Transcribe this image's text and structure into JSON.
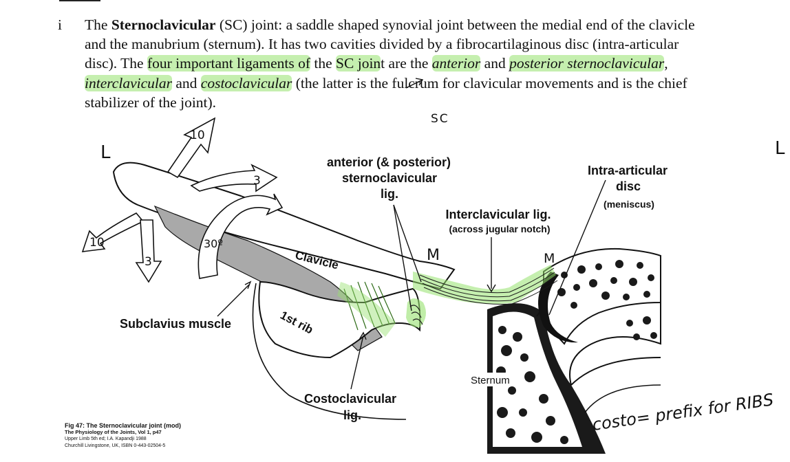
{
  "paragraph": {
    "num": "i",
    "t1": "The ",
    "b1": "Sternoclavicular",
    "t2": " (SC) joint: a saddle shaped synovial joint between the medial end of the clavicle and the manubrium (sternum). It has two cavities divided by a fibrocartilaginous disc (intra-articular disc). The ",
    "h1": "four important ligaments of",
    "t3": " the ",
    "h2": "SC join",
    "t4": "t are the ",
    "i1": "anterior",
    "t5": " and ",
    "i2": "posterior sternoclavicular",
    "t6": ", ",
    "i3": "interclavicular",
    "t7": " and ",
    "i4": "costoclavicular",
    "t8": " (the latter is the fulcrum for clavicular movements and is the chief stabilizer of the joint)."
  },
  "figure": {
    "labels": {
      "ant_post_1": "anterior (& posterior)",
      "ant_post_2": "sternoclavicular",
      "ant_post_3": "lig.",
      "intra_1": "Intra-articular",
      "intra_2": "disc",
      "intra_3": "(meniscus)",
      "intercl_1": "Interclavicular lig.",
      "intercl_2": "(across jugular notch)",
      "clavicle": "Clavicle",
      "subclavius": "Subclavius muscle",
      "rib": "1st rib",
      "costo_1": "Costoclavicular",
      "costo_2": "lig.",
      "sternum": "Sternum"
    },
    "motion": {
      "up": "10",
      "fwd": "3",
      "down_back": "10",
      "down": "3",
      "rotation": "30º"
    }
  },
  "annotations": {
    "L_left": "L",
    "L_right": "L",
    "sc": "SC",
    "m1": "M",
    "m2": "M",
    "costo_note": "costo= prefix for RIBS"
  },
  "caption": {
    "line1": "Fig 47: The Sternoclavicular joint (mod)",
    "line2": "The Physiology of the Joints, Vol 1, p47",
    "line3": "Upper Limb 5th ed; I.A. Kapandji 1988",
    "line4": "Churchill Livingstone, UK, ISBN 0-443-02504-5"
  },
  "colors": {
    "highlight": "#96e16e",
    "muscle_gray": "#a9a9a9",
    "ink": "#111111"
  }
}
